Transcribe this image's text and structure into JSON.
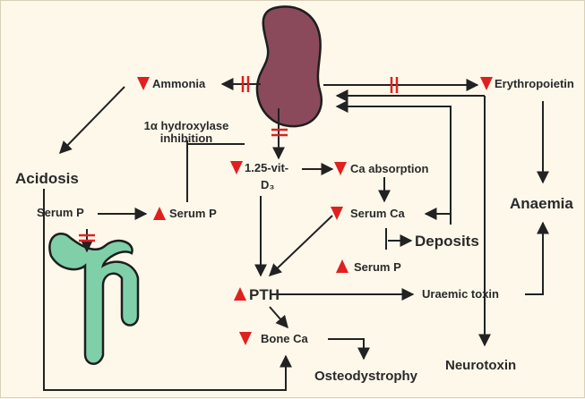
{
  "diagram": {
    "nodes": {
      "ammonia": "Ammonia",
      "erythropoietin": "Erythropoietin",
      "hydroxylase_line1": "1α hydroxylase",
      "hydroxylase_line2": "inhibition",
      "acidosis": "Acidosis",
      "vitd_line1": "1.25-vit-",
      "vitd_line2": "D₃",
      "ca_absorption": "Ca absorption",
      "serum_p_left": "Serum P",
      "serum_p_up": "Serum P",
      "serum_ca": "Serum Ca",
      "anaemia": "Anaemia",
      "deposits": "Deposits",
      "serum_p_lower": "Serum P",
      "pth": "PTH",
      "uraemic_toxin": "Uraemic toxin",
      "bone_ca": "Bone Ca",
      "osteodystrophy": "Osteodystrophy",
      "neurotoxin": "Neurotoxin"
    },
    "colors": {
      "kidney_fill": "#8a4a5c",
      "tubule_fill": "#7fd0a8",
      "indicator_red": "#e02020",
      "block_red": "#e02020",
      "arrow": "#222222"
    },
    "icons": [
      "kidney-icon",
      "nephron-tubule-icon"
    ]
  }
}
